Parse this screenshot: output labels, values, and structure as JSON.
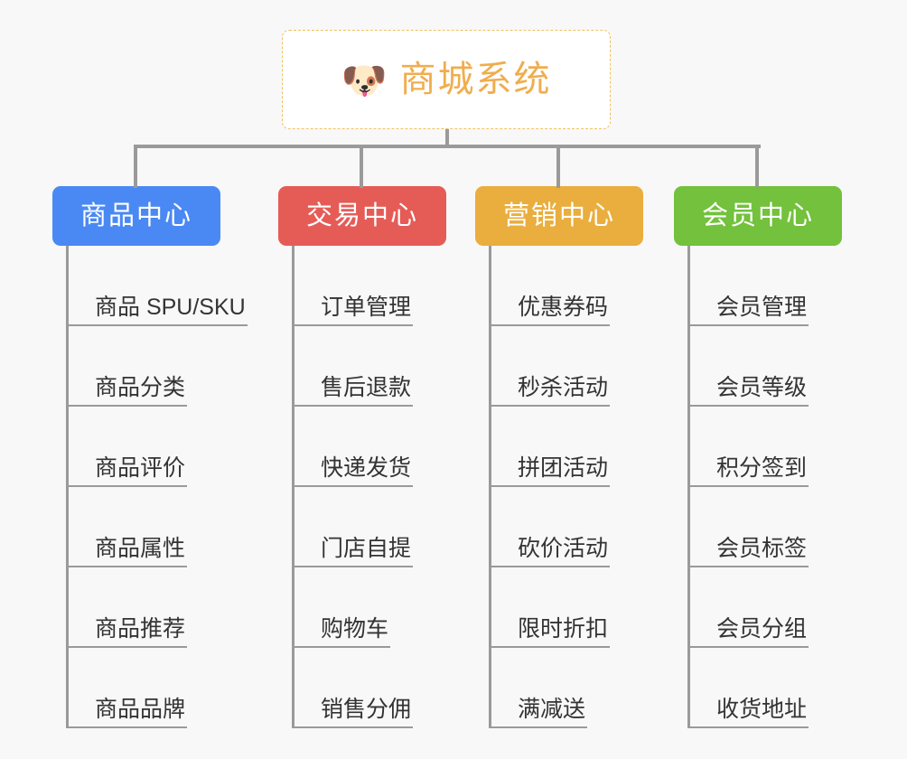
{
  "diagram": {
    "type": "organization-tree",
    "background_color": "#f8f8f8",
    "root": {
      "icon": "dog-face-emoji",
      "icon_glyph": "🐶",
      "title": "商城系统",
      "text_color": "#f0ad4e",
      "border_color": "#f0c061",
      "background_color": "#ffffff"
    },
    "branches": [
      {
        "label": "商品中心",
        "color": "#4a89f3",
        "items": [
          "商品 SPU/SKU",
          "商品分类",
          "商品评价",
          "商品属性",
          "商品推荐",
          "商品品牌"
        ]
      },
      {
        "label": "交易中心",
        "color": "#e55c57",
        "items": [
          "订单管理",
          "售后退款",
          "快递发货",
          "门店自提",
          "购物车",
          "销售分佣"
        ]
      },
      {
        "label": "营销中心",
        "color": "#eaae3e",
        "items": [
          "优惠券码",
          "秒杀活动",
          "拼团活动",
          "砍价活动",
          "限时折扣",
          "满减送"
        ]
      },
      {
        "label": "会员中心",
        "color": "#73c13c",
        "items": [
          "会员管理",
          "会员等级",
          "积分签到",
          "会员标签",
          "会员分组",
          "收货地址"
        ]
      }
    ]
  }
}
